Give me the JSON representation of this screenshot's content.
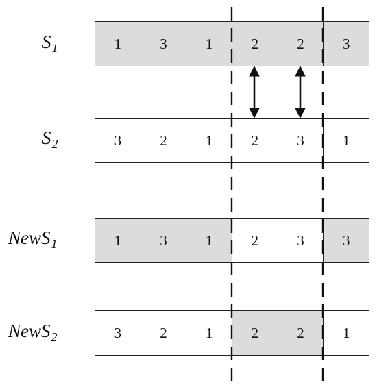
{
  "rows": [
    {
      "name": "S",
      "sub": "1",
      "cells": [
        "1",
        "3",
        "1",
        "2",
        "2",
        "3"
      ],
      "shaded": [
        true,
        true,
        true,
        true,
        true,
        true
      ]
    },
    {
      "name": "S",
      "sub": "2",
      "cells": [
        "3",
        "2",
        "1",
        "2",
        "3",
        "1"
      ],
      "shaded": [
        false,
        false,
        false,
        false,
        false,
        false
      ]
    },
    {
      "name": "NewS",
      "sub": "1",
      "cells": [
        "1",
        "3",
        "1",
        "2",
        "3",
        "3"
      ],
      "shaded": [
        true,
        true,
        true,
        false,
        false,
        true
      ]
    },
    {
      "name": "NewS",
      "sub": "2",
      "cells": [
        "3",
        "2",
        "1",
        "2",
        "2",
        "1"
      ],
      "shaded": [
        false,
        false,
        false,
        true,
        true,
        false
      ]
    }
  ],
  "cut_after_cells": [
    3,
    5
  ],
  "swap_arrows_at_cells": [
    4,
    5
  ],
  "colors": {
    "shaded": "#dcdcdc",
    "plain": "#ffffff",
    "line": "#111111"
  }
}
